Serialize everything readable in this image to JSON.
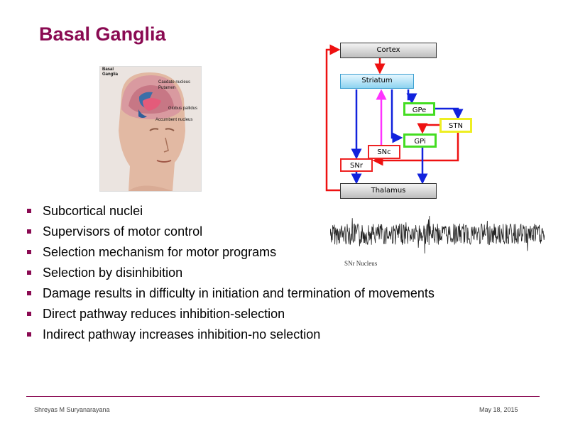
{
  "slide": {
    "title": "Basal Ganglia",
    "bullets": [
      "Subcortical nuclei",
      "Supervisors of motor control",
      "Selection mechanism for motor programs",
      "Selection by disinhibition",
      "Damage results in difficulty in initiation and termination of movements",
      "Direct pathway reduces inhibition-selection",
      "Indirect pathway increases inhibition-no selection"
    ]
  },
  "brain_image": {
    "heading_line1": "Basal",
    "heading_line2": "Ganglia",
    "labels": [
      "Caudate nucleus",
      "Putamen",
      "Globus pallidus",
      "Accumbent nucleus"
    ]
  },
  "diagram": {
    "nodes": {
      "cortex": "Cortex",
      "striatum": "Striatum",
      "gpe": "GPe",
      "stn": "STN",
      "gpi": "GPi",
      "snc": "SNc",
      "snr": "SNr",
      "thalamus": "Thalamus"
    }
  },
  "signal": {
    "caption": "SNr Nucleus"
  },
  "footer": {
    "author": "Shreyas M Suryanarayana",
    "date": "May 18, 2015"
  },
  "colors": {
    "accent": "#8a0a52",
    "excitatory": "#ee1111",
    "inhibitory": "#1122dd",
    "modulatory": "#ff33ff"
  }
}
